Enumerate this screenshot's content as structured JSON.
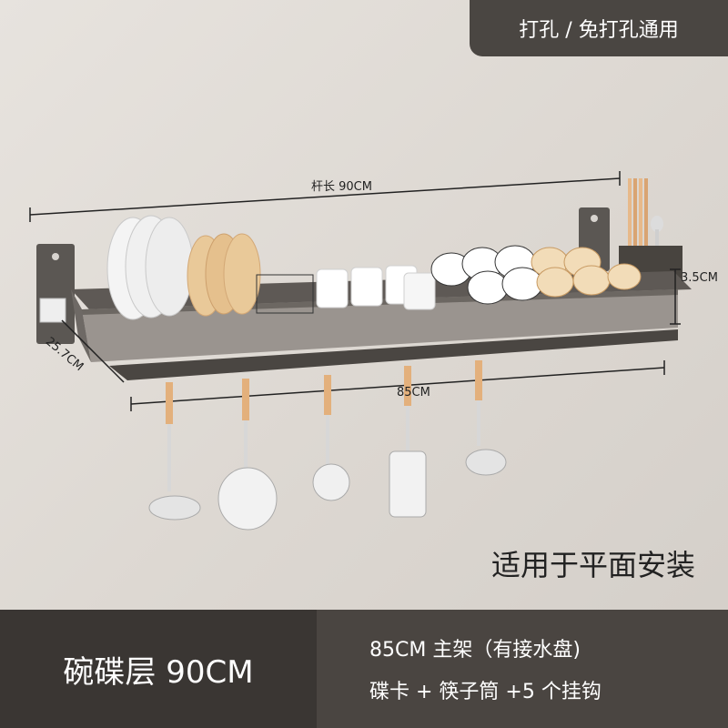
{
  "badge": {
    "label": "打孔 / 免打孔通用"
  },
  "dimensions": {
    "rod_length": "杆长 90CM",
    "height": "3.5CM",
    "depth": "25.7CM",
    "width": "85CM"
  },
  "caption": "适用于平面安装",
  "footer": {
    "product": "碗碟层 90CM",
    "line1": "85CM 主架（有接水盘)",
    "line2": "碟卡 + 筷子筒 +5 个挂钩"
  },
  "colors": {
    "badge_bg": "#4a4642",
    "footer_left_bg": "#3a3633",
    "footer_right_bg": "#4a4541",
    "rack_metal": "#8a8480"
  }
}
